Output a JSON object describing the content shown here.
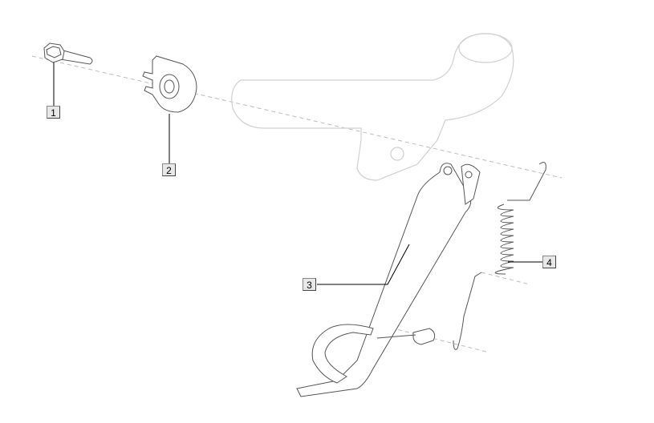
{
  "callouts": [
    {
      "label": "1",
      "part": "bolt"
    },
    {
      "label": "2",
      "part": "spacer"
    },
    {
      "label": "3",
      "part": "side-stand"
    },
    {
      "label": "4",
      "part": "spring"
    }
  ],
  "colors": {
    "ghost": "#d0d0d0",
    "part": "#555555",
    "leader": "#000000",
    "centerline": "#bbbbbb"
  }
}
